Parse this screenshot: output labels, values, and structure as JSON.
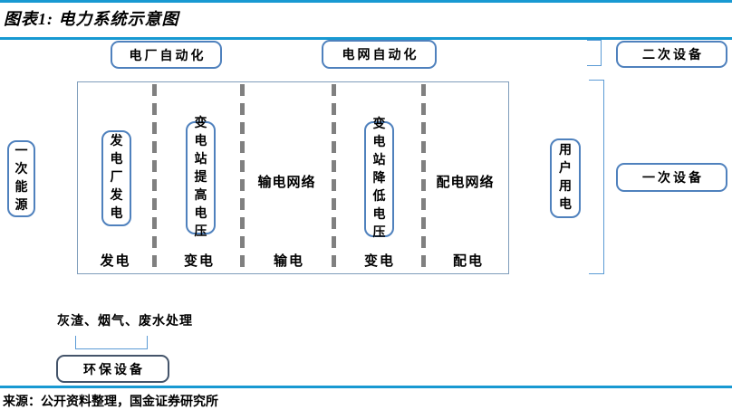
{
  "header": {
    "title": "图表1: 电力系统示意图"
  },
  "automation": {
    "plant": "电厂自动化",
    "grid": "电网自动化"
  },
  "equipment": {
    "secondary": "二次设备",
    "primary": "一次设备",
    "environmental": "环保设备"
  },
  "flow": {
    "primary_energy": "一次能源",
    "plant_generation": "发电厂发电",
    "substation_step_up": "变电站提高电压",
    "transmission_network": "输电网络",
    "substation_step_down": "变电站降低电压",
    "distribution_network": "配电网络",
    "user_consumption": "用户用电",
    "stage_labels": [
      "发电",
      "变电",
      "输电",
      "变电",
      "配电"
    ]
  },
  "environment": {
    "waste_treatment": "灰渣、烟气、废水处理"
  },
  "footer": {
    "source": "来源：公开资料整理，国金证券研究所"
  },
  "colors": {
    "rule_blue": "#1899D2",
    "box_border_blue": "#4F81BD",
    "bracket_blue": "#5B9BD5",
    "main_rect_border": "#7F9DBB",
    "dash_gray": "#808080",
    "env_box_border": "#44546A"
  }
}
